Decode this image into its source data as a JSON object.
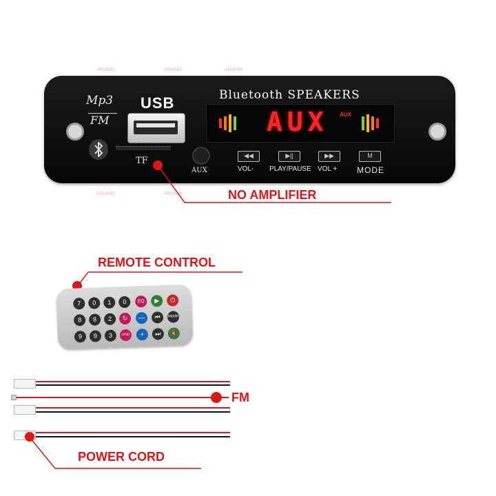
{
  "watermark": {
    "text": "ARuiMei"
  },
  "panel": {
    "logo_top": "Mp3",
    "logo_bottom": "FM",
    "usb_label": "USB",
    "tf_label": "TF",
    "aux_label": "AUX",
    "title": "Bluetooth SPEAKERS",
    "display": {
      "text": "AUX",
      "badge": "AUX"
    },
    "buttons": [
      {
        "label": "VOL-"
      },
      {
        "label": "PLAY/PAUSE"
      },
      {
        "label": "VOL +"
      },
      {
        "label": "MODE"
      }
    ]
  },
  "callouts": {
    "no_amplifier": "NO AMPLIFIER",
    "remote_control": "REMOTE CONTROL",
    "fm": "FM",
    "power_cord": "POWER CORD"
  },
  "remote": {
    "keys_row1": [
      "7",
      "0",
      "1",
      "0",
      "EQ",
      "▶",
      "⏻"
    ],
    "keys_row2": [
      "8",
      "8",
      "2",
      "↻",
      "—",
      "⏮",
      "Mode"
    ],
    "keys_row3": [
      "9",
      "9",
      "3",
      "U/SD",
      "+",
      "⏭",
      "🔇"
    ]
  },
  "colors": {
    "accent": "#e11515",
    "panel": "#0c0c0c",
    "display_text": "#ff2424"
  }
}
